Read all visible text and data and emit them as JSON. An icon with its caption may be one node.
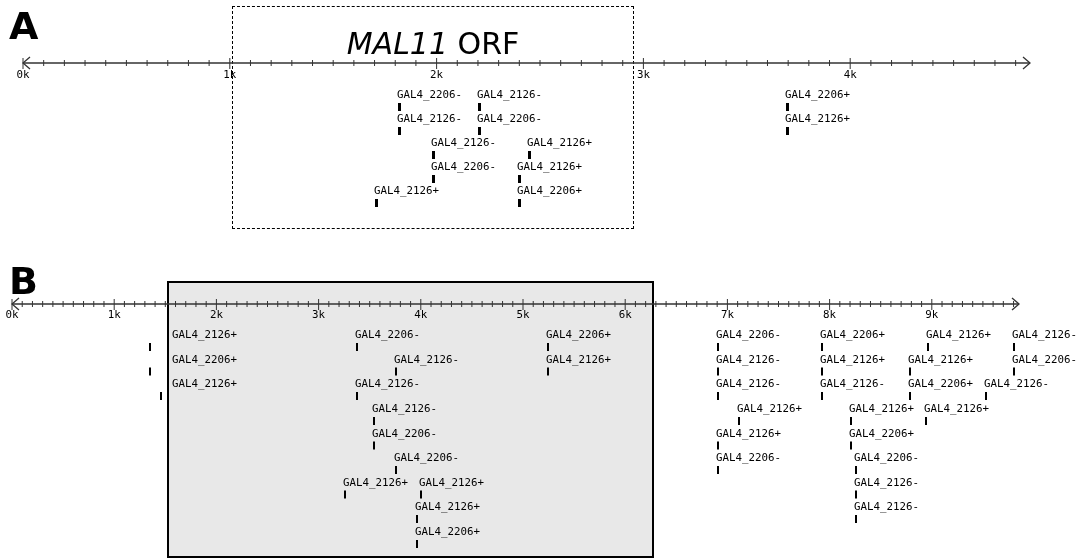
{
  "diagram": {
    "nodes": [
      {
        "text": [
          "*MAL11* ORF"
        ]
      },
      {
        "text": [],
        "shape": "box"
      }
    ],
    "edges": [],
    "labels": [
      "A",
      "0k",
      "1k",
      "2k",
      "3k",
      "4k",
      "GAL4_2206-",
      "GAL4_2126-",
      "GAL4_2206+",
      "GAL4_2126-",
      "GAL4_2206-",
      "GAL4_2126+",
      "GAL4_2126-",
      "GAL4_2126+",
      "GAL4_2206-",
      "GAL4_2126+",
      "GAL4_2126+",
      "GAL4_2206+",
      "B",
      "0k",
      "1k",
      "2k",
      "3k",
      "4k",
      "5k",
      "6k",
      "7k",
      "8k",
      "9k",
      "GAL4_2126+",
      "GAL4_2206-",
      "GAL4_2206+",
      "GAL4_2206-",
      "GAL4_2206+",
      "GAL4_2126+",
      "GAL4_2126-",
      "GAL4_2206+",
      "GAL4_2126-",
      "GAL4_2126+",
      "GAL4_2126-",
      "GAL4_2126+",
      "GAL4_2126+",
      "GAL4_2206-",
      "GAL4_2126+",
      "GAL4_2126-",
      "GAL4_2126-",
      "GAL4_2126-",
      "GAL4_2206+",
      "GAL4_2126-",
      "GAL4_2126-",
      "GAL4_2126+",
      "GAL4_2126+",
      "GAL4_2126+",
      "GAL4_2206-",
      "GAL4_2126+",
      "GAL4_2206+",
      "GAL4_2206-",
      "GAL4_2206-",
      "GAL4_2206-",
      "GAL4_2126+",
      "GAL4_2126+",
      "GAL4_2126-",
      "GAL4_2126+",
      "GAL4_2126-",
      "GAL4_2206+"
    ]
  }
}
